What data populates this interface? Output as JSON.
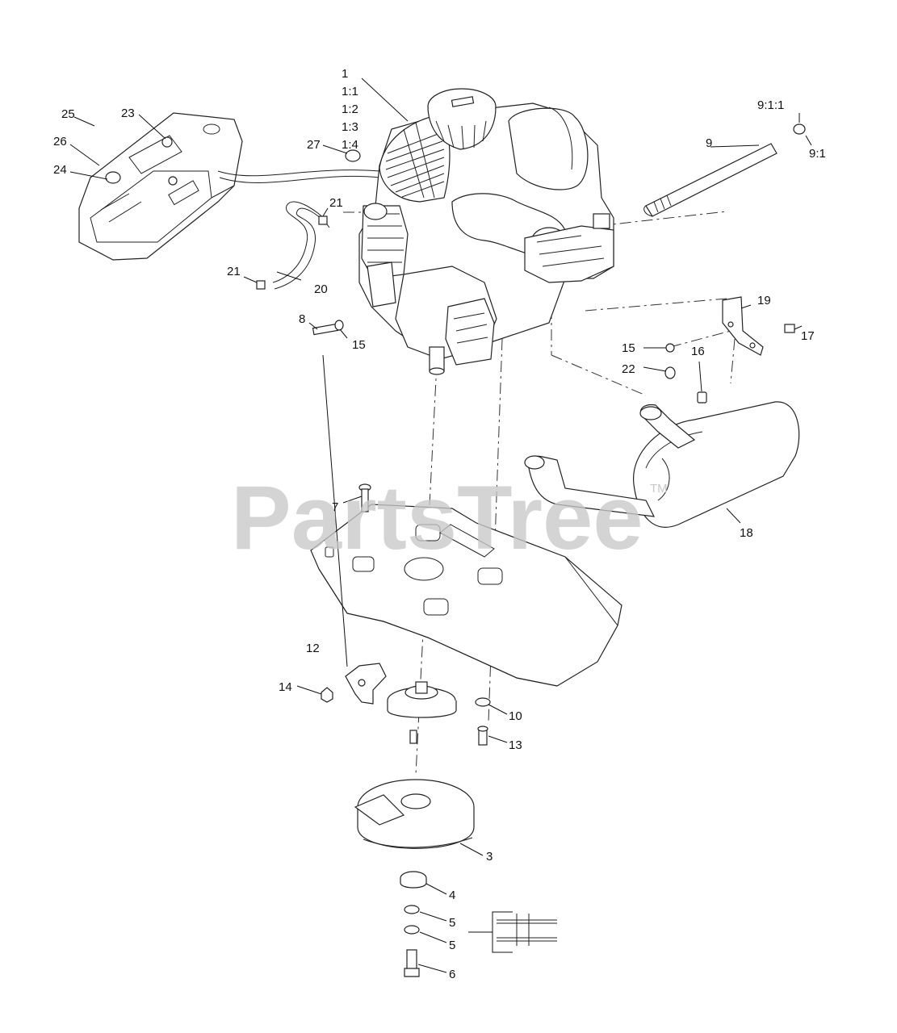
{
  "watermark": {
    "text": "PartsTree",
    "tm": "TM"
  },
  "callouts": {
    "c1": "1",
    "c1_1": "1:1",
    "c1_2": "1:2",
    "c1_3": "1:3",
    "c1_4": "1:4",
    "c3": "3",
    "c4": "4",
    "c5a": "5",
    "c5b": "5",
    "c6": "6",
    "c7": "7",
    "c8": "8",
    "c9": "9",
    "c9_1": "9:1",
    "c9_1_1": "9:1:1",
    "c10": "10",
    "c12": "12",
    "c13": "13",
    "c14": "14",
    "c15a": "15",
    "c15b": "15",
    "c16": "16",
    "c17": "17",
    "c18": "18",
    "c19": "19",
    "c20": "20",
    "c21a": "21",
    "c21b": "21",
    "c22": "22",
    "c23": "23",
    "c24": "24",
    "c25": "25",
    "c26": "26",
    "c27": "27"
  }
}
